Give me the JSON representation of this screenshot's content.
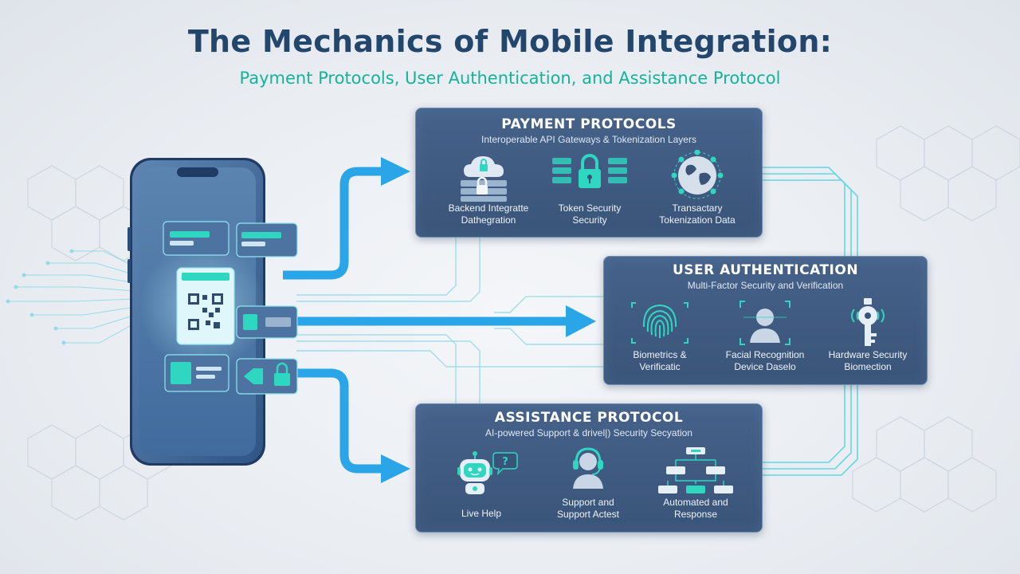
{
  "title": "The Mechanics of Mobile Integration:",
  "subtitle": "Payment Protocols, User Authentication, and Assistance Protocol",
  "colors": {
    "title": "#23466d",
    "subtitle": "#14b39a",
    "card_bg": "#425e86",
    "accent_teal": "#2fd6c0",
    "arrow_blue": "#2aa6e8"
  },
  "payment": {
    "title": "PAYMENT PROTOCOLS",
    "subtitle": "Interoperable API Gateways & Tokenization Layers",
    "items": [
      {
        "icon": "cloud-lock-server-icon",
        "line1": "Backend Integratte",
        "line2": "Dathegration"
      },
      {
        "icon": "server-lock-icon",
        "line1": "Token Security",
        "line2": "Security"
      },
      {
        "icon": "globe-network-icon",
        "line1": "Transactary",
        "line2": "Tokenization Data"
      }
    ]
  },
  "auth": {
    "title": "USER AUTHENTICATION",
    "subtitle": "Multi-Factor Security and Verification",
    "items": [
      {
        "icon": "fingerprint-icon",
        "line1": "Biometrics &",
        "line2": "Verificatic"
      },
      {
        "icon": "face-scan-icon",
        "line1": "Facial Recognition",
        "line2": "Device Daselo"
      },
      {
        "icon": "hardware-key-icon",
        "line1": "Hardware Security",
        "line2": "Biomection"
      }
    ]
  },
  "assist": {
    "title": "ASSISTANCE PROTOCOL",
    "subtitle": "AI-powered Support & drivel|) Security Secyation",
    "items": [
      {
        "icon": "robot-chat-icon",
        "line1": "Live Help",
        "line2": ""
      },
      {
        "icon": "headset-agent-icon",
        "line1": "Support and",
        "line2": "Support Actest"
      },
      {
        "icon": "flowchart-icon",
        "line1": "Automated and",
        "line2": "Response"
      }
    ]
  }
}
